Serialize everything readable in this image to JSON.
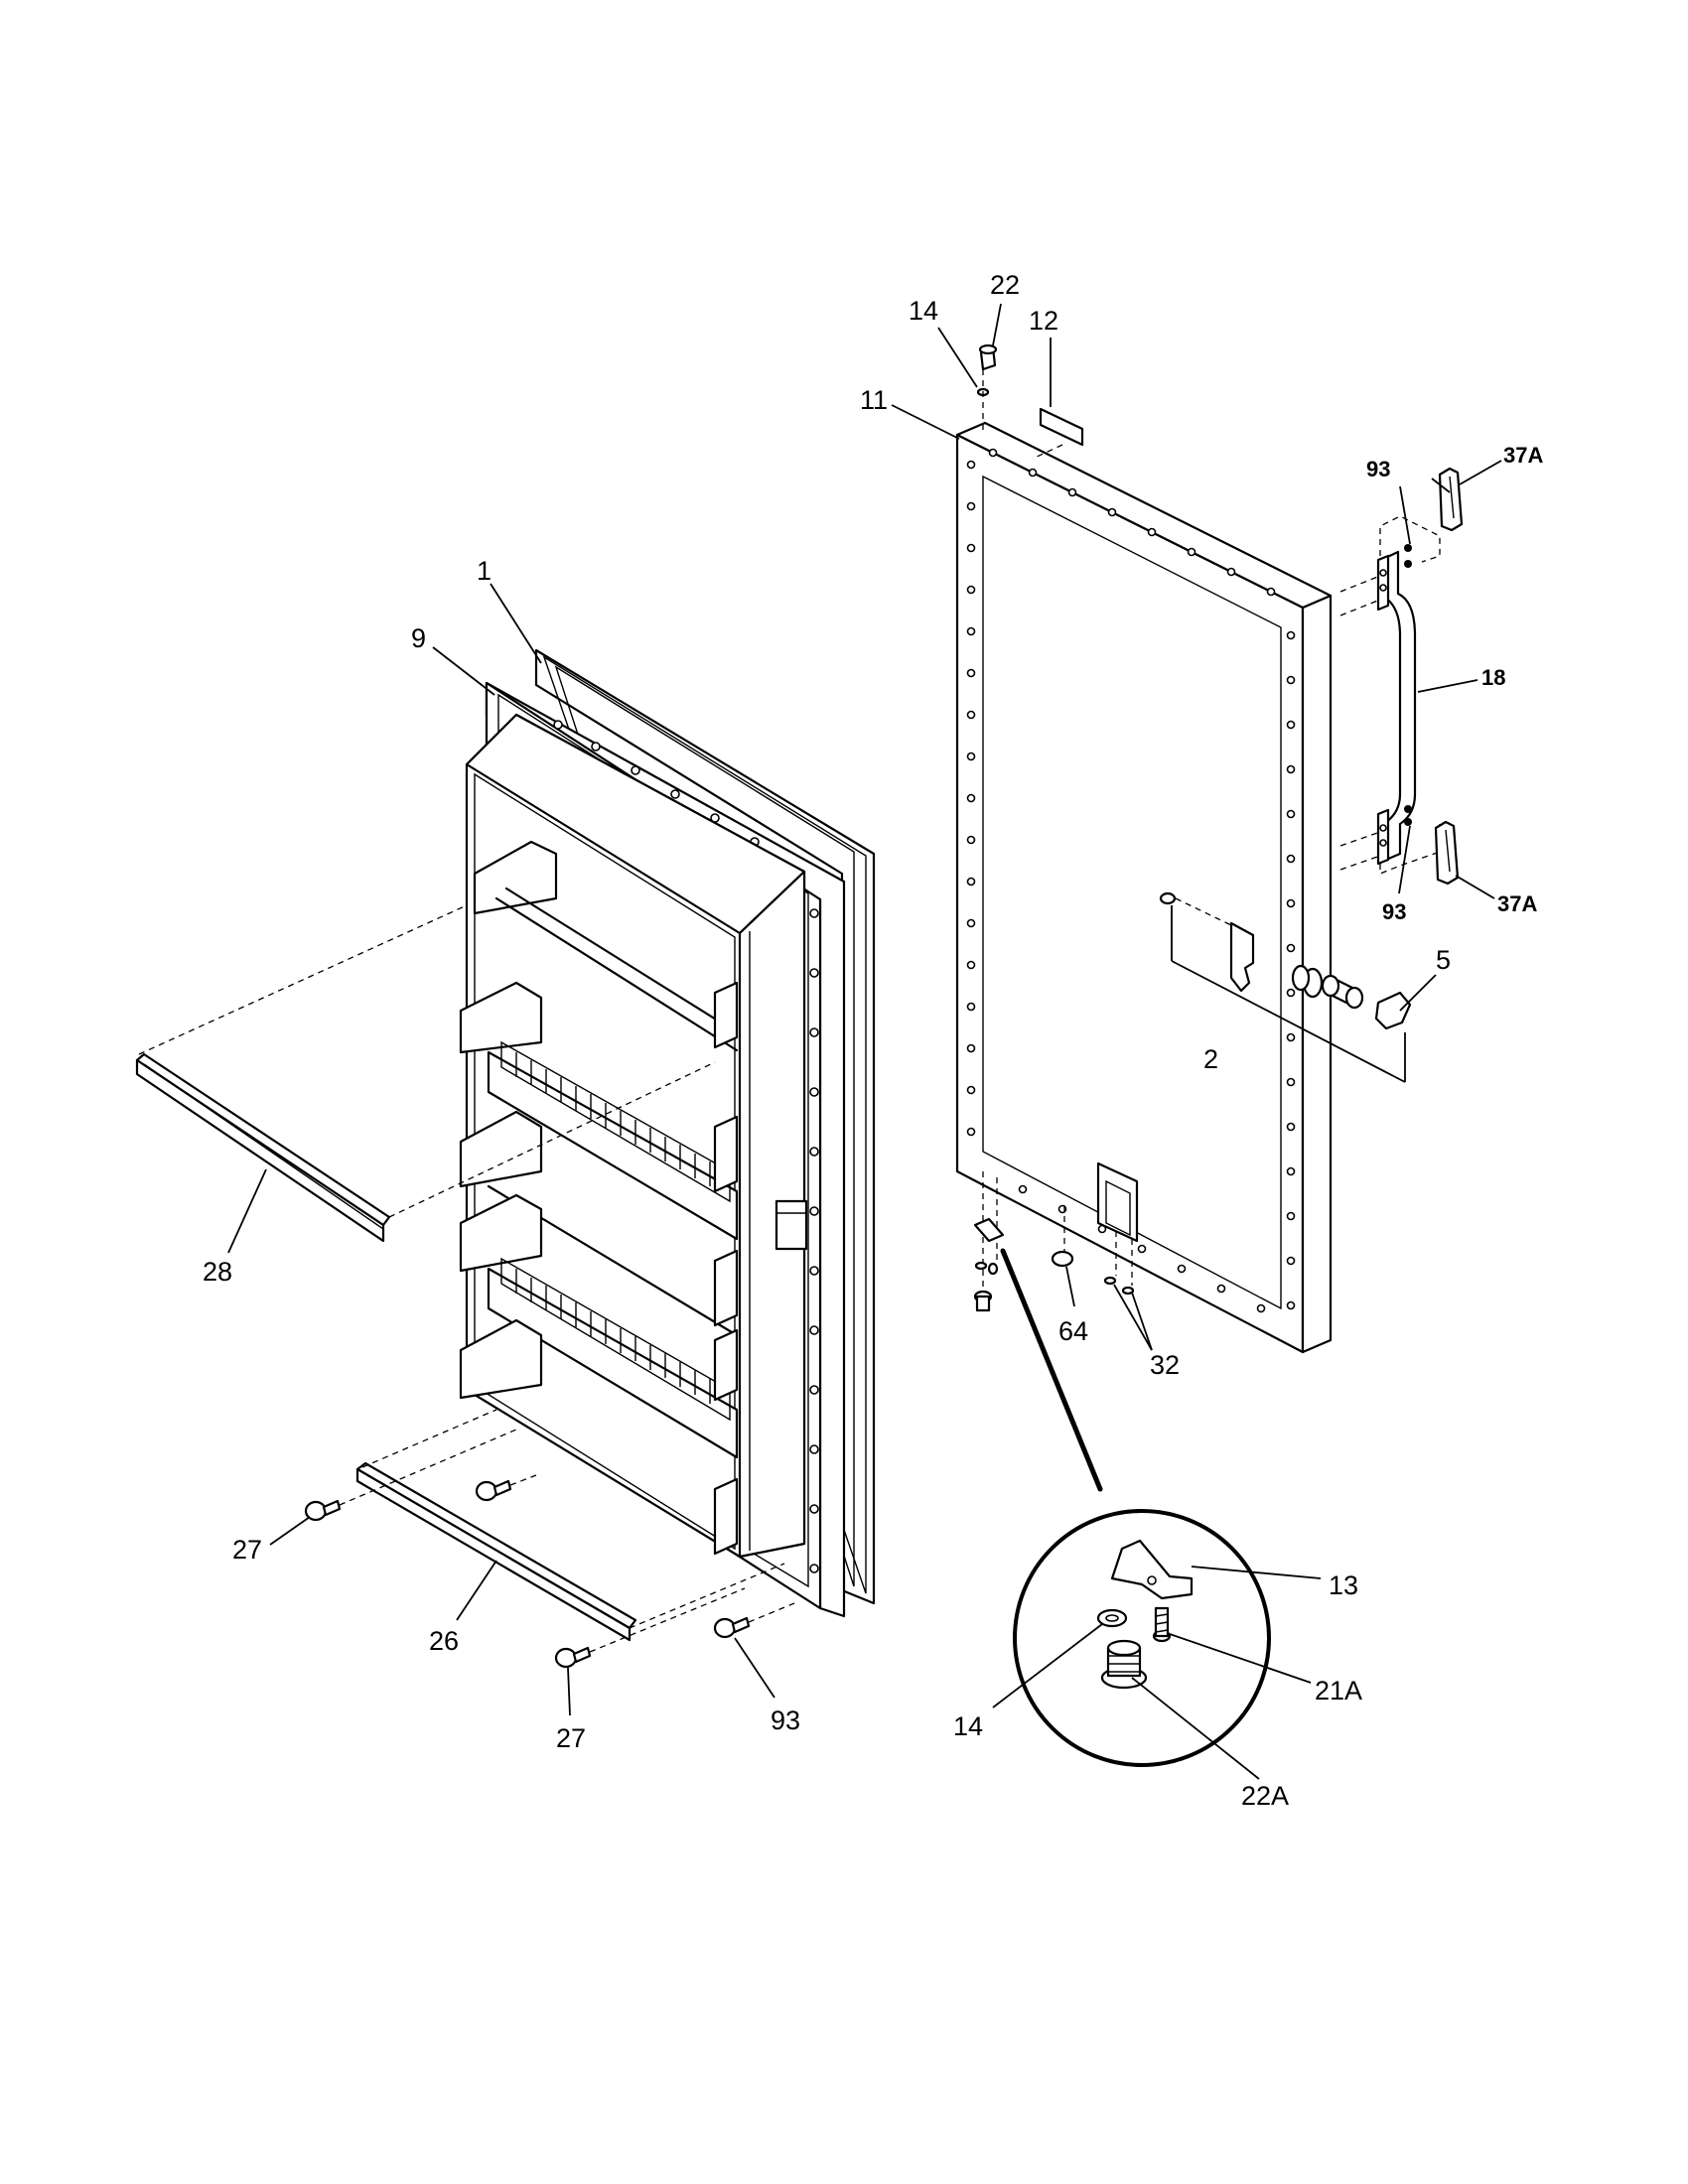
{
  "callouts": {
    "c1": "1",
    "c9": "9",
    "c28": "28",
    "c27a": "27",
    "c26": "26",
    "c27b": "27",
    "c93a": "93",
    "c14a": "14",
    "c22": "22",
    "c12": "12",
    "c11": "11",
    "c2": "2",
    "c5": "5",
    "c64": "64",
    "c32": "32",
    "c13": "13",
    "c14b": "14",
    "c21a": "21A",
    "c22a": "22A",
    "c93b": "93",
    "c93c": "93",
    "c37a1": "37A",
    "c37a2": "37A",
    "c18": "18"
  }
}
